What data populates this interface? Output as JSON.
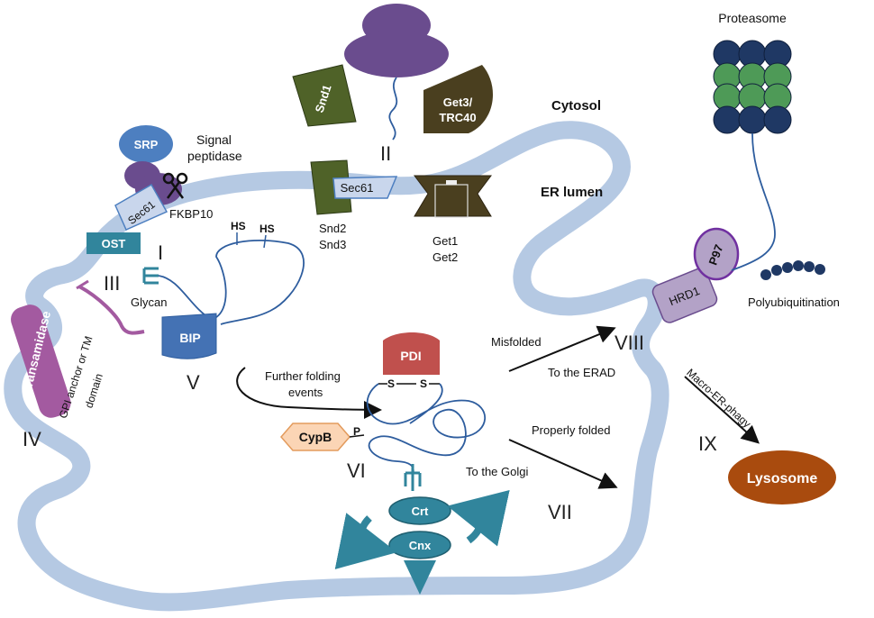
{
  "regions": {
    "cytosol": "Cytosol",
    "er_lumen": "ER lumen"
  },
  "steps": {
    "i": "I",
    "ii": "II",
    "iii": "III",
    "iv": "IV",
    "v": "V",
    "vi": "VI",
    "vii": "VII",
    "viii": "VIII",
    "ix": "IX"
  },
  "proteins": {
    "srp": "SRP",
    "sec61_left": "Sec61",
    "sec61_mid": "Sec61",
    "snd1": "Snd1",
    "get3": "Get3/",
    "trc40": "TRC40",
    "ost": "OST",
    "transamidase": "Transamidase",
    "bip": "BIP",
    "pdi": "PDI",
    "cypb": "CypB",
    "crt": "Crt",
    "cnx": "Cnx",
    "p97": "P97",
    "hrd1": "HRD1",
    "lysosome": "Lysosome",
    "proteasome": "Proteasome"
  },
  "labels": {
    "signal_peptidase_1": "Signal",
    "signal_peptidase_2": "peptidase",
    "fkbp10": "FKBP10",
    "snd2": "Snd2",
    "snd3": "Snd3",
    "get1": "Get1",
    "get2": "Get2",
    "glycan": "Glycan",
    "gpi_1": "GPI anchor or TM",
    "gpi_2": "domain",
    "hs_1": "HS",
    "hs_2": "HS",
    "ss_s1": "S",
    "ss_s2": "S",
    "p": "P",
    "further_1": "Further folding",
    "further_2": "events",
    "misfolded": "Misfolded",
    "to_erad": "To the ERAD",
    "properly_folded": "Properly folded",
    "to_golgi": "To the Golgi",
    "macro_er_phagy": "Macro-ER-phagy",
    "polyubiquitination": "Polyubiquitination"
  },
  "colors": {
    "membrane": "#b5c9e3",
    "srp": "#4d7fc0",
    "sec61": "#c9d6ec",
    "ribosome": "#6a4c8e",
    "snd": "#4f6228",
    "get3": "#4a3f1f",
    "ost": "#31859c",
    "transamidase": "#a35aa0",
    "bip": "#4472b4",
    "pdi": "#c0504d",
    "cypb": "#fbd5b5",
    "chaperone": "#31859c",
    "hrd1": "#b3a2c7",
    "lysosome": "#a94b0e",
    "proteasome_outer": "#1f3864",
    "proteasome_inner": "#4e9a57",
    "chain": "#2e5d9e"
  }
}
